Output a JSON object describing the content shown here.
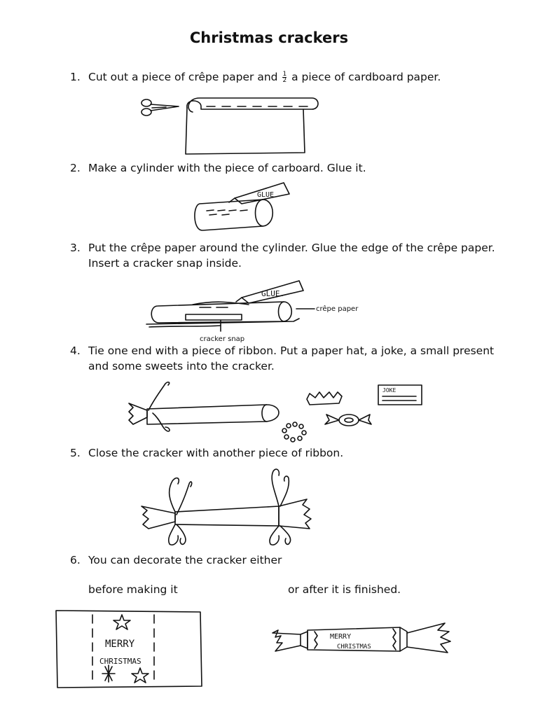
{
  "title": "Christmas crackers",
  "steps": [
    {
      "num": "1.",
      "before": "Cut out a piece of crêpe paper and",
      "frac_num": "1",
      "frac_den": "2",
      "after": "a piece of cardboard paper."
    },
    {
      "num": "2.",
      "text": "Make a cylinder with the piece of carboard. Glue it."
    },
    {
      "num": "3.",
      "line1": "Put the crêpe paper around the cylinder. Glue the edge of the crêpe paper.",
      "line2": "Insert a cracker snap inside."
    },
    {
      "num": "4.",
      "line1": "Tie one end with a piece of ribbon. Put a paper hat, a joke, a small present",
      "line2": "and some sweets  into the cracker."
    },
    {
      "num": "5.",
      "text": "Close the cracker with another piece of ribbon."
    },
    {
      "num": "6.",
      "text": "You can decorate the cracker either"
    }
  ],
  "option_before": "before making it",
  "option_after": "or after it is finished.",
  "drawings": {
    "glue_label_1": "GLUE",
    "glue_label_2": "GLUE.",
    "crepe_paper_label": "crêpe paper",
    "cracker_snap_label": "cracker snap",
    "joke_label": "JOKE",
    "merry_1": "MERRY",
    "christmas_1": "CHRISTMAS",
    "merry_2": "MERRY",
    "christmas_2": "CHRISTMAS"
  }
}
